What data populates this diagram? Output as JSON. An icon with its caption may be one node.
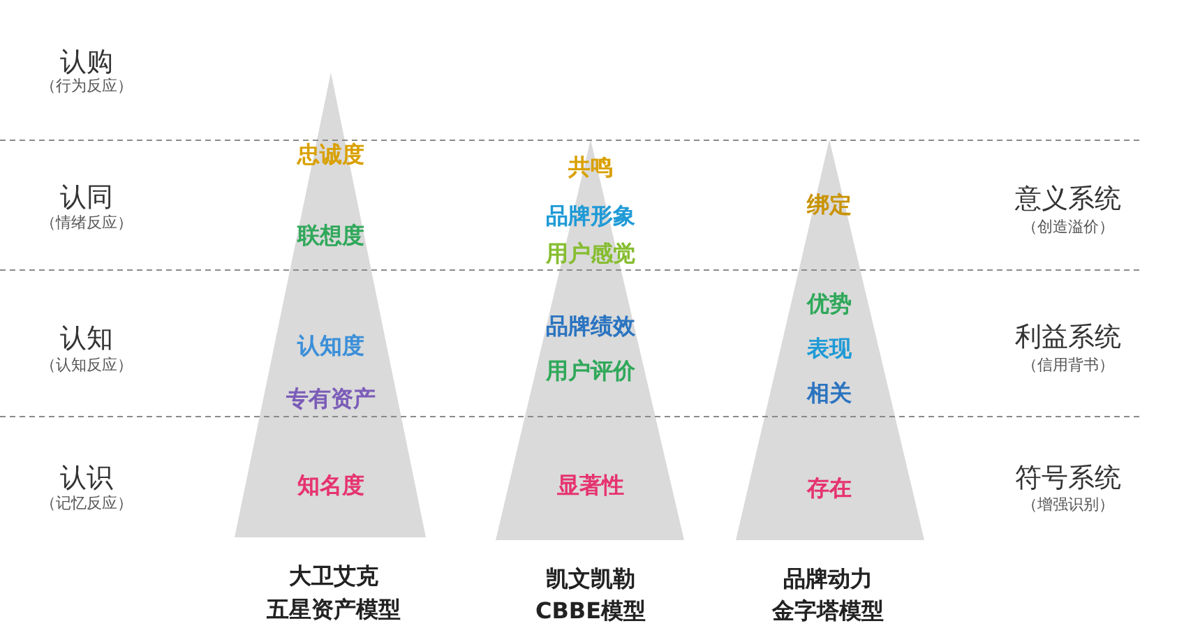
{
  "diagram": {
    "nodes": [
      {
        "text": [
          "忠诚度",
          "联想度",
          "认知度",
          "专有资产",
          "知名度"
        ],
        "beside": [
          "大卫艾克",
          "五星资产模型"
        ]
      },
      {
        "text": [
          "共鸣",
          "品牌形象",
          "用户感觉",
          "品牌绩效",
          "用户评价",
          "显著性"
        ],
        "beside": [
          "凯文凯勒",
          "CBBE模型"
        ]
      },
      {
        "text": [
          "绑定",
          "优势",
          "表现",
          "相关",
          "存在"
        ],
        "beside": [
          "品牌动力",
          "金字塔模型"
        ]
      }
    ],
    "labels": [
      "认购",
      "（行为反应）",
      "认同",
      "（情绪反应）",
      "意义系统",
      "（创造溢价）",
      "认知",
      "（认知反应）",
      "利益系统",
      "（信用背书）",
      "认识",
      "（记忆反应）",
      "符号系统",
      "（增强识别）"
    ]
  }
}
